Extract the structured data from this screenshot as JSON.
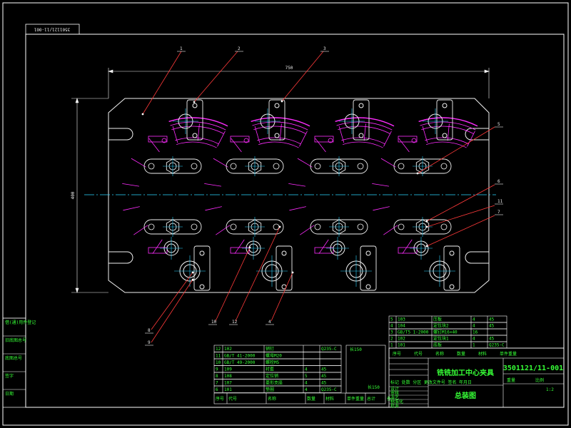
{
  "drawing_number_rotated": "3501121/11-001",
  "dimensions": {
    "width": "750",
    "height": "400"
  },
  "balloons": [
    "1",
    "2",
    "3",
    "5",
    "6",
    "11",
    "7",
    "8",
    "9",
    "10",
    "12",
    "4"
  ],
  "colors": {
    "frame": "#ffffff",
    "fixture": "#f2f2f2",
    "part": "#ff2cff",
    "center": "#2cd3ff",
    "leader": "#ff3a3a",
    "text": "#36ff36"
  },
  "bom_upper": [
    {
      "no": "5",
      "code": "103",
      "name": "压板",
      "qty": "4",
      "mat": "45"
    },
    {
      "no": "4",
      "code": "104",
      "name": "定位块2",
      "qty": "4",
      "mat": "45"
    },
    {
      "no": "3",
      "code": "GB/T5 1-2000",
      "name": "螺钉M16×40",
      "qty": "16",
      "mat": ""
    },
    {
      "no": "2",
      "code": "102",
      "name": "定位块1",
      "qty": "4",
      "mat": "45"
    },
    {
      "no": "1",
      "code": "101",
      "name": "底板",
      "qty": "1",
      "mat": "Q235-C"
    }
  ],
  "bom_lower": [
    {
      "no": "12",
      "code": "102",
      "name": "销钉",
      "qty": "",
      "mat": "Q235-C"
    },
    {
      "no": "11",
      "code": "GB/T 41-2000",
      "name": "螺母M20",
      "qty": "",
      "mat": ""
    },
    {
      "no": "10",
      "code": "GB/T 49-2000",
      "name": "螺栓M5",
      "qty": "",
      "mat": ""
    },
    {
      "no": "9",
      "code": "109",
      "name": "衬套",
      "qty": "4",
      "mat": "45"
    },
    {
      "no": "8",
      "code": "108",
      "name": "定位销",
      "qty": "5",
      "mat": "45"
    },
    {
      "no": "7",
      "code": "107",
      "name": "菱形支座",
      "qty": "4",
      "mat": "45"
    },
    {
      "no": "6",
      "code": "101",
      "name": "垫圈",
      "qty": "4",
      "mat": "Q235-C"
    }
  ],
  "bom_header": [
    "序号",
    "代号",
    "名称",
    "数量",
    "材料",
    "单件重量",
    "总计",
    "备注"
  ],
  "title_block": {
    "title": "铣铣加工中心夹具",
    "drawing_no": "3501121/11-001",
    "subtitle": "总装图",
    "weight_label": "重量",
    "scale_label": "比例",
    "scale": "1:2",
    "unit_header": [
      "标记",
      "处数",
      "分区",
      "更改文件号",
      "签名",
      "年月日"
    ],
    "sign_rows": [
      "设计",
      "审核",
      "工艺",
      "标准化",
      "批准"
    ]
  },
  "left_strip": [
    "借(通)用件登记",
    "旧底图总号",
    "底图总号",
    "签字",
    "日期"
  ],
  "misc_tags": [
    "长150",
    "长150",
    "重量",
    "比例"
  ]
}
